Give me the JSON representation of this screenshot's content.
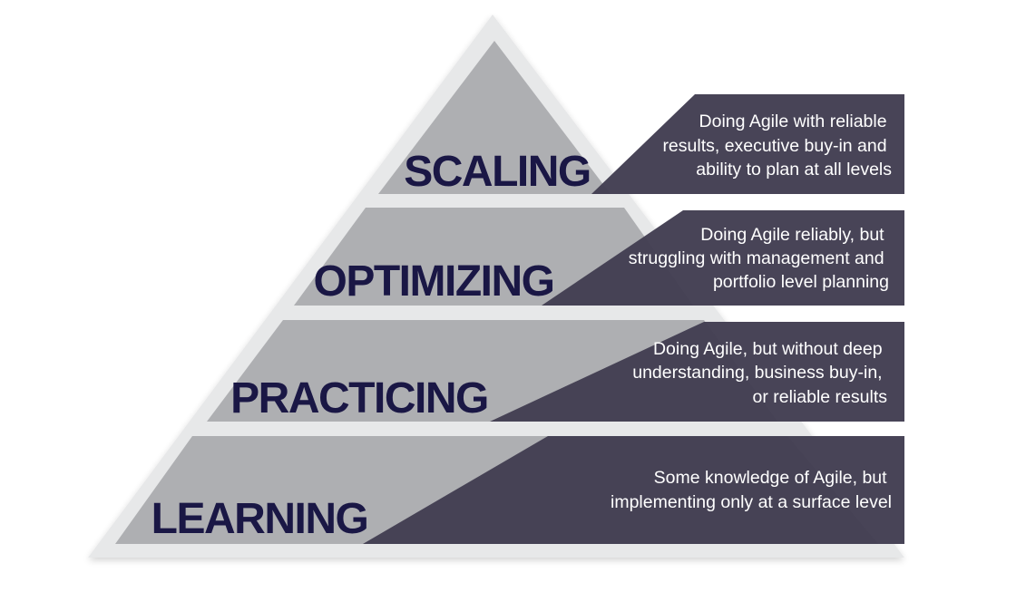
{
  "colors": {
    "background": "#ffffff",
    "pyramid_outline": "#e7e8e9",
    "tier_fill": "#aeafb2",
    "description_band": "#423e52",
    "label_text": "#1a1745",
    "description_text": "#ffffff"
  },
  "tiers": [
    {
      "label": "SCALING",
      "description": [
        "Doing Agile with reliable",
        "results, executive buy-in and",
        "ability to plan at all levels"
      ]
    },
    {
      "label": "OPTIMIZING",
      "description": [
        "Doing Agile reliably, but",
        "struggling with management and",
        "portfolio level planning"
      ]
    },
    {
      "label": "PRACTICING",
      "description": [
        "Doing Agile, but without deep",
        "understanding, business buy-in,",
        "or reliable results"
      ]
    },
    {
      "label": "LEARNING",
      "description": [
        "Some knowledge of Agile, but",
        "implementing only at a surface level"
      ]
    }
  ]
}
